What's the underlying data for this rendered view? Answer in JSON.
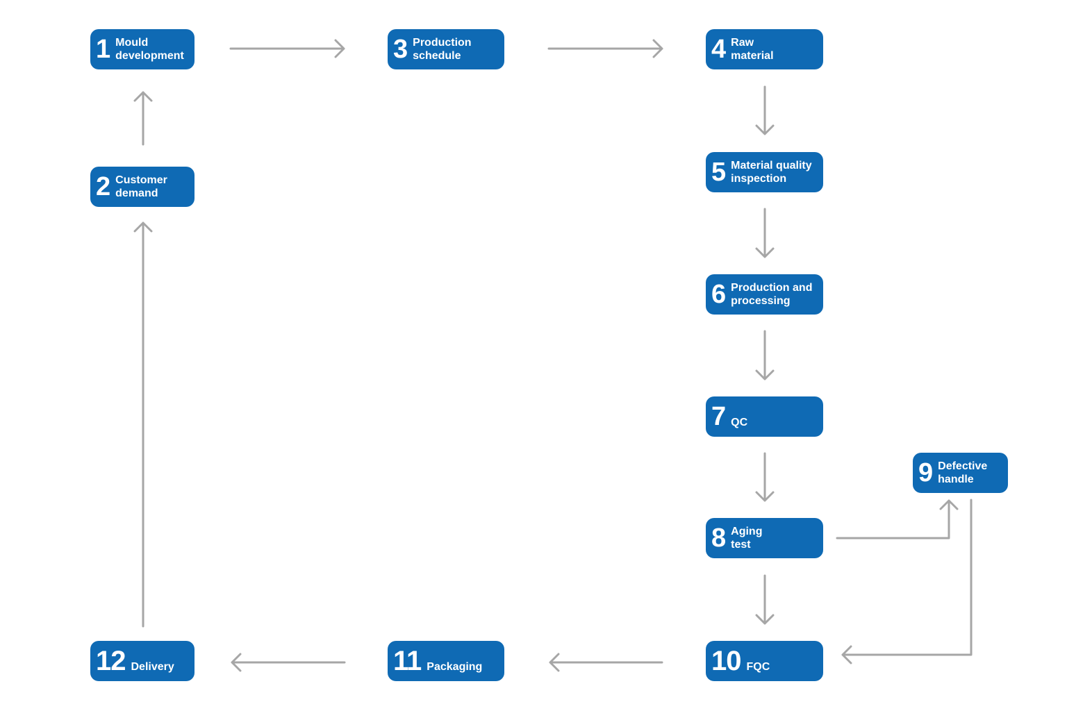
{
  "colors": {
    "node_fill": "#0f6ab4",
    "node_text": "#ffffff",
    "connector": "#a6a6a6"
  },
  "nodes": [
    {
      "id": "n1",
      "number": "1",
      "label": "Mould\ndevelopment"
    },
    {
      "id": "n2",
      "number": "2",
      "label": "Customer\ndemand"
    },
    {
      "id": "n3",
      "number": "3",
      "label": "Production\nschedule"
    },
    {
      "id": "n4",
      "number": "4",
      "label": "Raw\nmaterial"
    },
    {
      "id": "n5",
      "number": "5",
      "label": "Material quality\ninspection"
    },
    {
      "id": "n6",
      "number": "6",
      "label": "Production and\nprocessing"
    },
    {
      "id": "n7",
      "number": "7",
      "label": "QC"
    },
    {
      "id": "n8",
      "number": "8",
      "label": "Aging\ntest"
    },
    {
      "id": "n9",
      "number": "9",
      "label": "Defective\nhandle"
    },
    {
      "id": "n10",
      "number": "10",
      "label": "FQC"
    },
    {
      "id": "n11",
      "number": "11",
      "label": "Packaging"
    },
    {
      "id": "n12",
      "number": "12",
      "label": "Delivery"
    }
  ],
  "edges": [
    {
      "from": "2",
      "to": "1"
    },
    {
      "from": "1",
      "to": "3"
    },
    {
      "from": "3",
      "to": "4"
    },
    {
      "from": "4",
      "to": "5"
    },
    {
      "from": "5",
      "to": "6"
    },
    {
      "from": "6",
      "to": "7"
    },
    {
      "from": "7",
      "to": "8"
    },
    {
      "from": "8",
      "to": "9"
    },
    {
      "from": "8",
      "to": "10"
    },
    {
      "from": "9",
      "to": "10"
    },
    {
      "from": "10",
      "to": "11"
    },
    {
      "from": "11",
      "to": "12"
    },
    {
      "from": "12",
      "to": "2"
    }
  ]
}
